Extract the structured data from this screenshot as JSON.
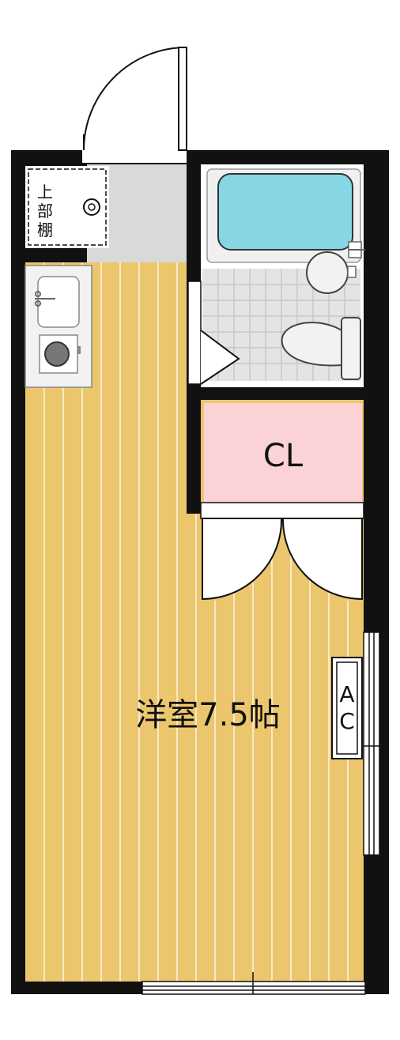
{
  "labels": {
    "upper_shelf_chars": [
      "上",
      "部",
      "棚"
    ],
    "closet": "CL",
    "room": "洋室7.5帖",
    "ac_chars": [
      "A",
      "C"
    ]
  },
  "colors": {
    "wall": "#111111",
    "floor": "#ECC66D",
    "floor_lines": "#FFFFFF",
    "closet": "#FBD3D6",
    "bathtub": "#86D6E4",
    "tile": "#E4E4E4",
    "tile_lines": "#C8C8C8",
    "entrance": "#D9D9D9",
    "fixture": "#F2F2F2"
  }
}
